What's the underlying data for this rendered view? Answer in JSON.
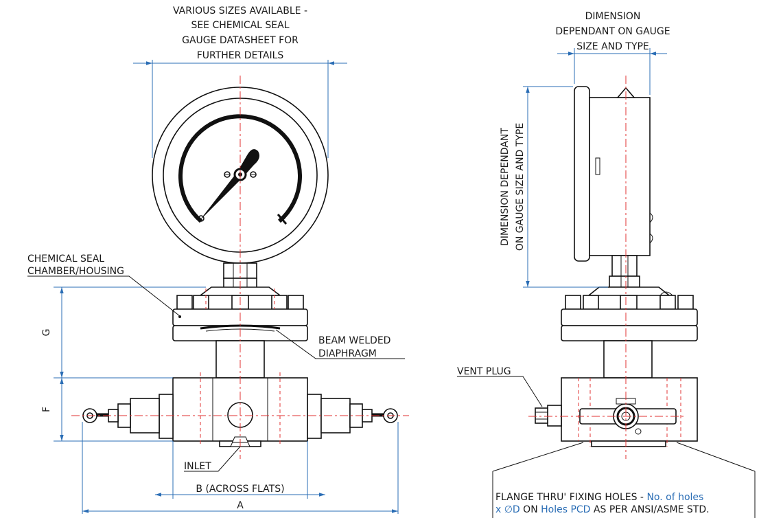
{
  "labels": {
    "front_top_line1": "VARIOUS SIZES AVAILABLE -",
    "front_top_line2": "SEE CHEMICAL SEAL",
    "front_top_line3": "GAUGE DATASHEET FOR",
    "front_top_line4": "FURTHER DETAILS",
    "side_top_line1": "DIMENSION",
    "side_top_line2": "DEPENDANT ON GAUGE",
    "side_top_line3": "SIZE AND TYPE",
    "side_vert_line1": "DIMENSION DEPENDANT",
    "side_vert_line2": "ON GAUGE SIZE AND TYPE",
    "chamber_line1": "CHEMICAL SEAL",
    "chamber_line2": "CHAMBER/HOUSING",
    "diaphragm_line1": "BEAM WELDED",
    "diaphragm_line2": "DIAPHRAGM",
    "vent_plug": "VENT PLUG",
    "inlet": "INLET",
    "dim_g": "G",
    "dim_f": "F",
    "dim_b": "B (ACROSS FLATS)",
    "dim_a": "A",
    "note_line1_a": "FLANGE THRU' FIXING HOLES - ",
    "note_line1_b": "No. of holes",
    "note_line2_a": "x ∅D",
    "note_line2_b": " ON ",
    "note_line2_c": "Holes PCD",
    "note_line2_d": " AS PER ANSI/ASME STD."
  },
  "colors": {
    "outline": "#111111",
    "dimension": "#2a6db5",
    "centerline": "#e03030"
  }
}
